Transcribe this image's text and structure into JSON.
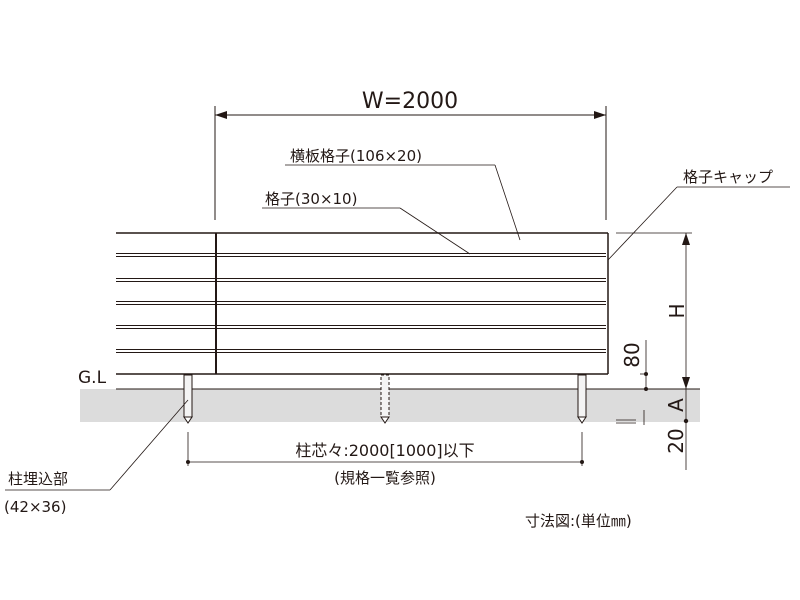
{
  "width_label": "W=2000",
  "labels": {
    "horizontal_board": "横板格子(106×20)",
    "lattice": "格子(30×10)",
    "lattice_cap": "格子キャップ",
    "ground_level": "G.L",
    "post_embed": "柱埋込部",
    "post_embed_size": "(42×36)",
    "post_spacing": "柱芯々:2000[1000]以下",
    "post_spacing_note": "(規格一覧参照)",
    "units_note": "寸法図:(単位㎜)"
  },
  "dimensions": {
    "height": "H",
    "clearance": "80",
    "embed_depth": "A",
    "bottom": "20"
  },
  "colors": {
    "line": "#231815",
    "ground": "#dcdcdc"
  }
}
